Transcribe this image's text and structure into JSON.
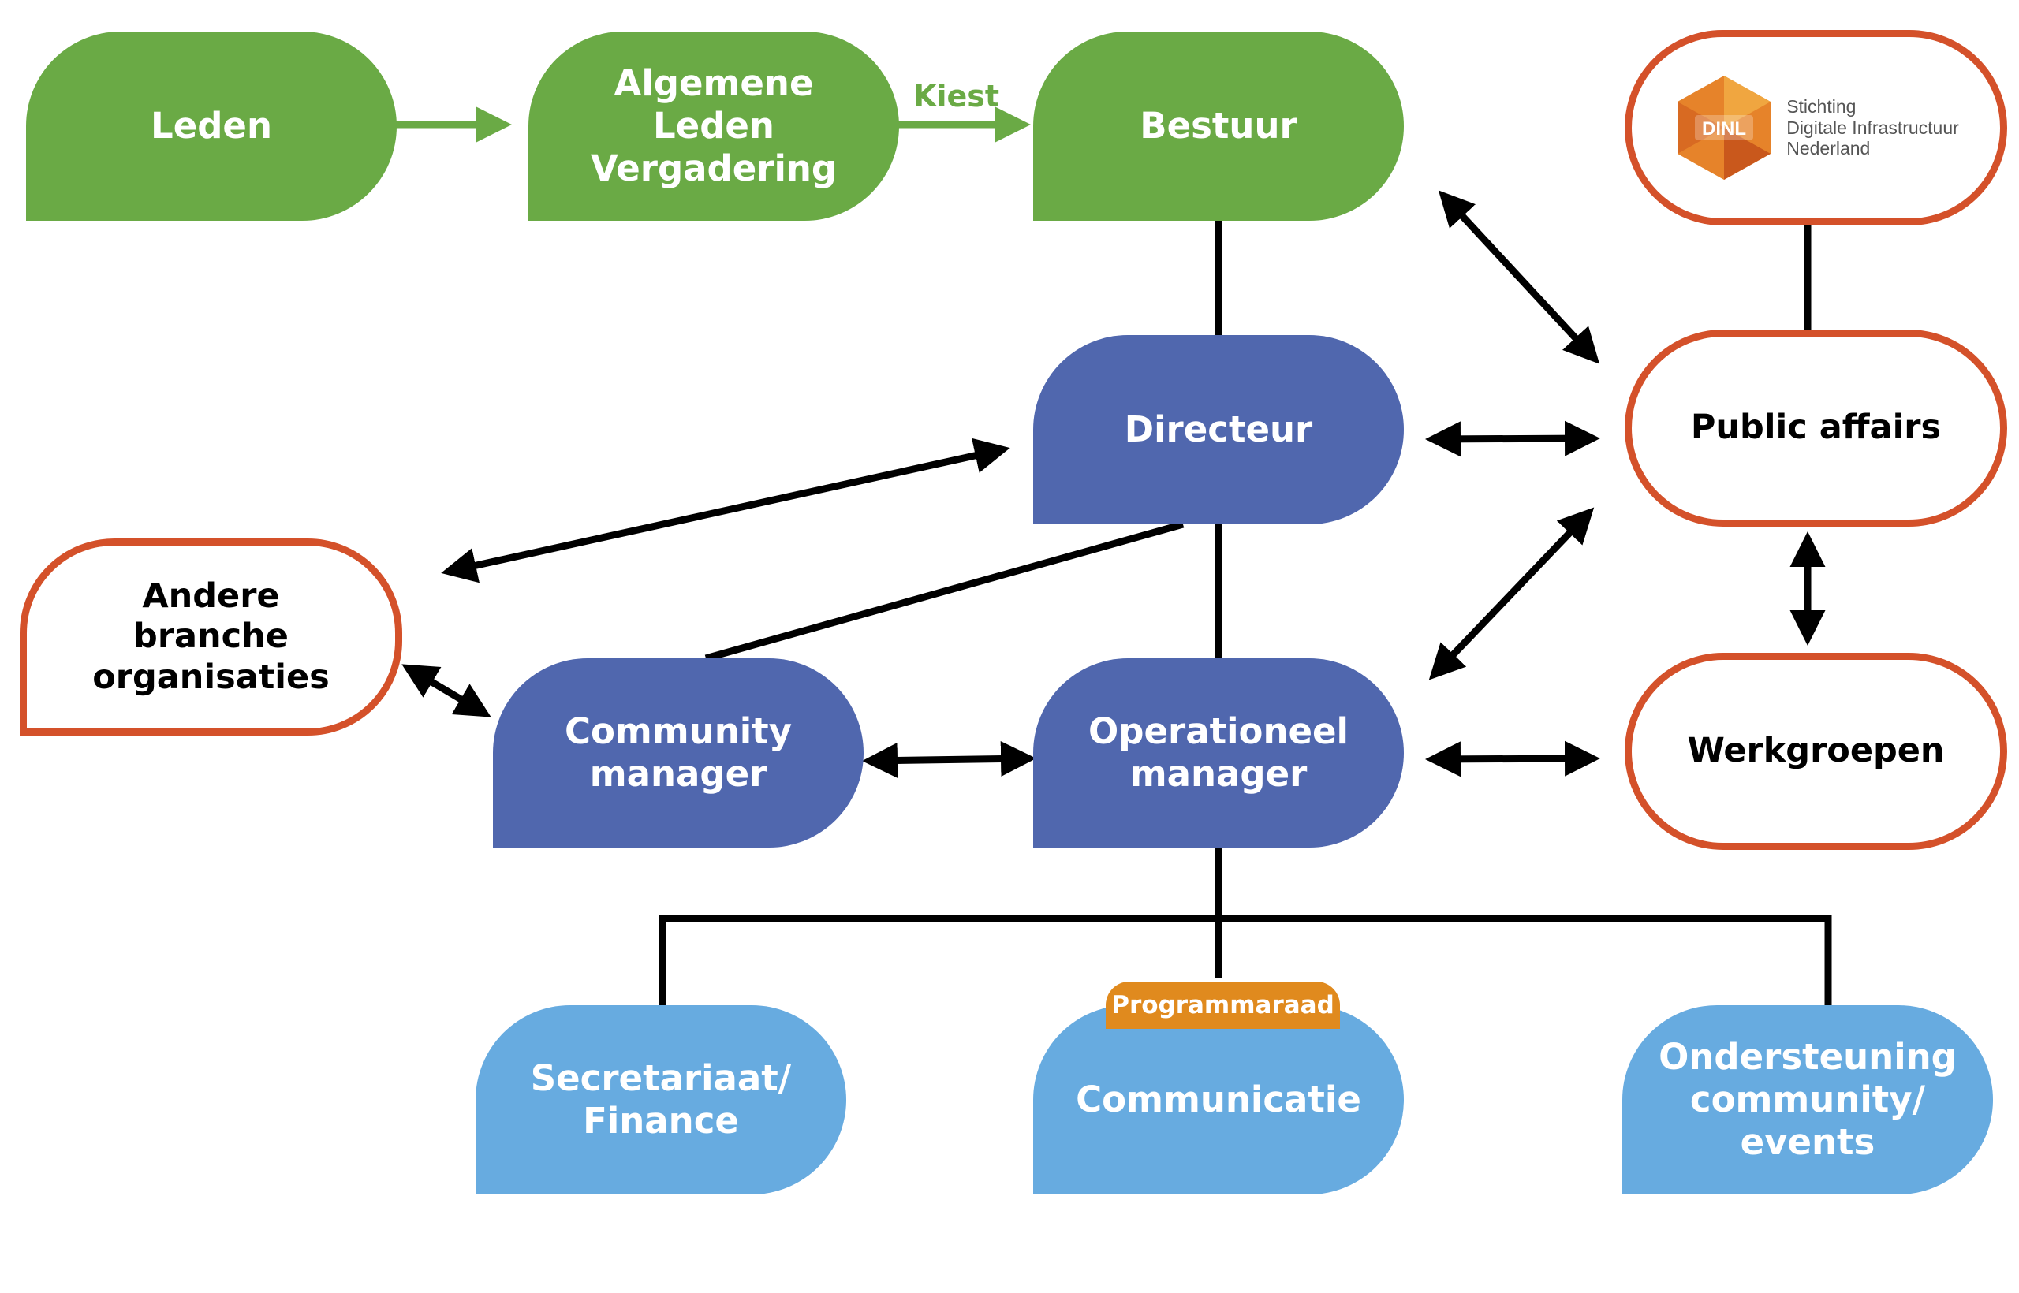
{
  "nodes": {
    "leden": "Leden",
    "alv": "Algemene\nLeden\nVergadering",
    "bestuur": "Bestuur",
    "directeur": "Directeur",
    "community_manager": "Community\nmanager",
    "operationeel_manager": "Operationeel\nmanager",
    "andere_branche": "Andere\nbranche\norganisaties",
    "public_affairs": "Public affairs",
    "werkgroepen": "Werkgroepen",
    "secretariaat": "Secretariaat/\nFinance",
    "communicatie": "Communicatie",
    "ondersteuning": "Ondersteuning\ncommunity/\nevents"
  },
  "edge_label_kiest": "Kiest",
  "badge_programmaraad": "Programmaraad",
  "logo": {
    "mark": "DINL",
    "text": "Stichting\nDigitale Infrastructuur\nNederland"
  },
  "colors": {
    "governance": "#6aaa45",
    "management": "#5067ae",
    "team": "#67abe0",
    "external_border": "#d4512a",
    "badge": "#e08a1e"
  }
}
